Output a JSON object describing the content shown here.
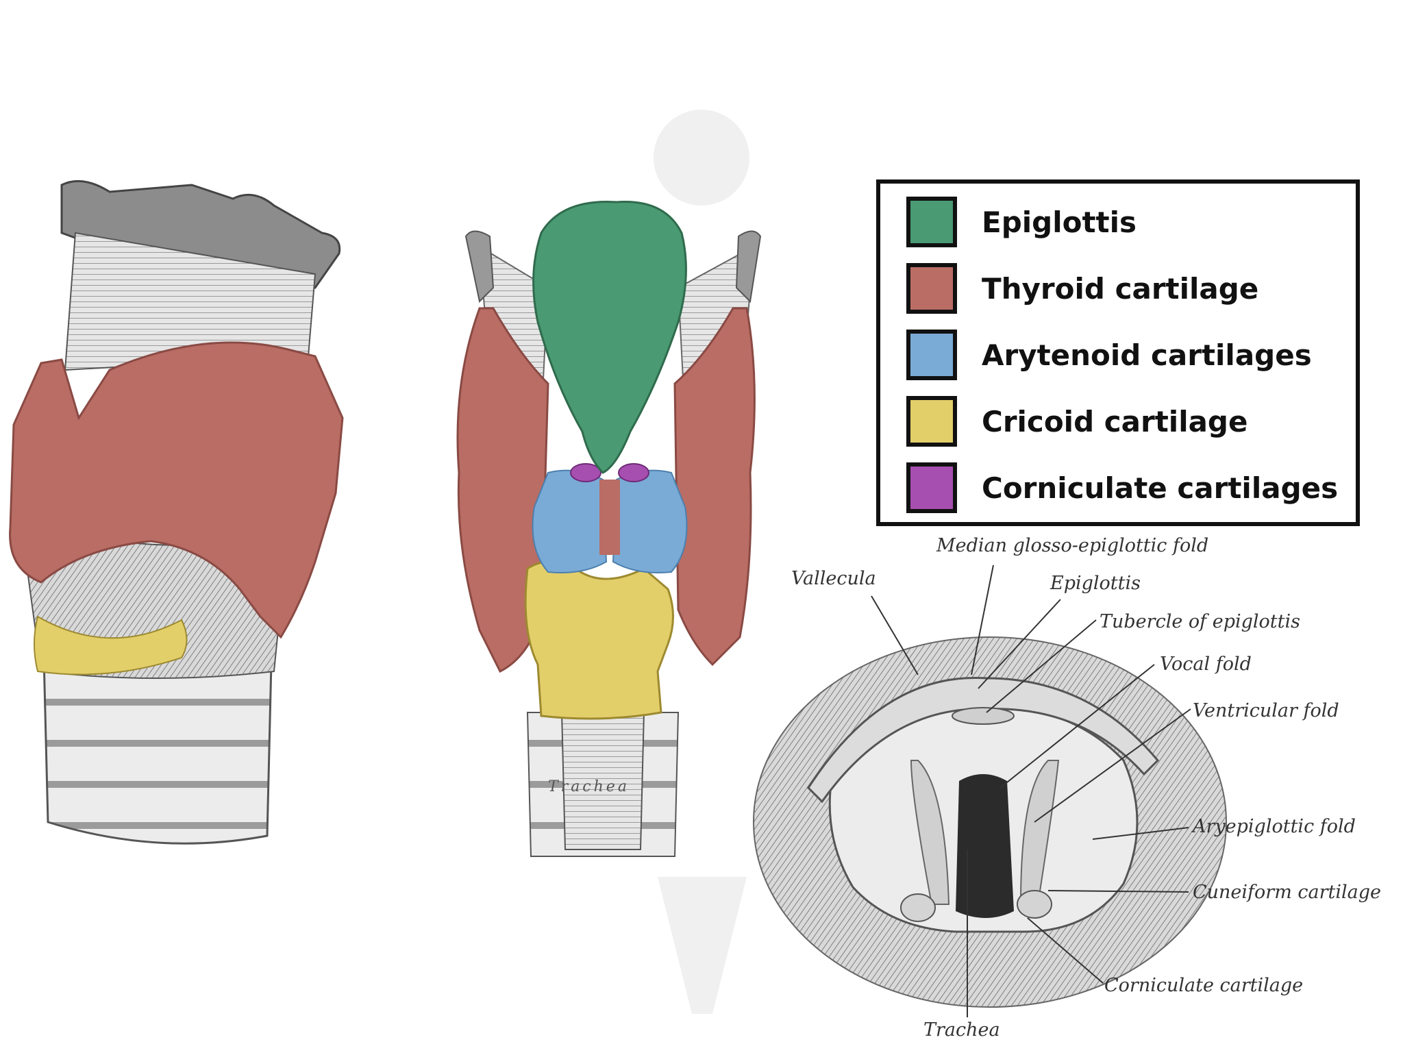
{
  "legend": {
    "items": [
      {
        "label": "Epiglottis",
        "color": "#4a9a73"
      },
      {
        "label": "Thyroid cartilage",
        "color": "#b96d65"
      },
      {
        "label": "Arytenoid cartilages",
        "color": "#7aabd6"
      },
      {
        "label": "Cricoid cartilage",
        "color": "#e3cf6a"
      },
      {
        "label": "Corniculate cartilages",
        "color": "#a74fb0"
      }
    ]
  },
  "posterior_view": {
    "trachea_label": "Trachea"
  },
  "laryngoscopic_view": {
    "labels": {
      "median_fold": "Median glosso-epiglottic fold",
      "vallecula": "Vallecula",
      "epiglottis": "Epiglottis",
      "tubercle": "Tubercle of epiglottis",
      "vocal_fold": "Vocal fold",
      "ventricular_fold": "Ventricular fold",
      "aryepiglottic_fold": "Aryepiglottic fold",
      "cuneiform": "Cuneiform cartilage",
      "corniculate": "Corniculate cartilage",
      "trachea": "Trachea"
    }
  }
}
